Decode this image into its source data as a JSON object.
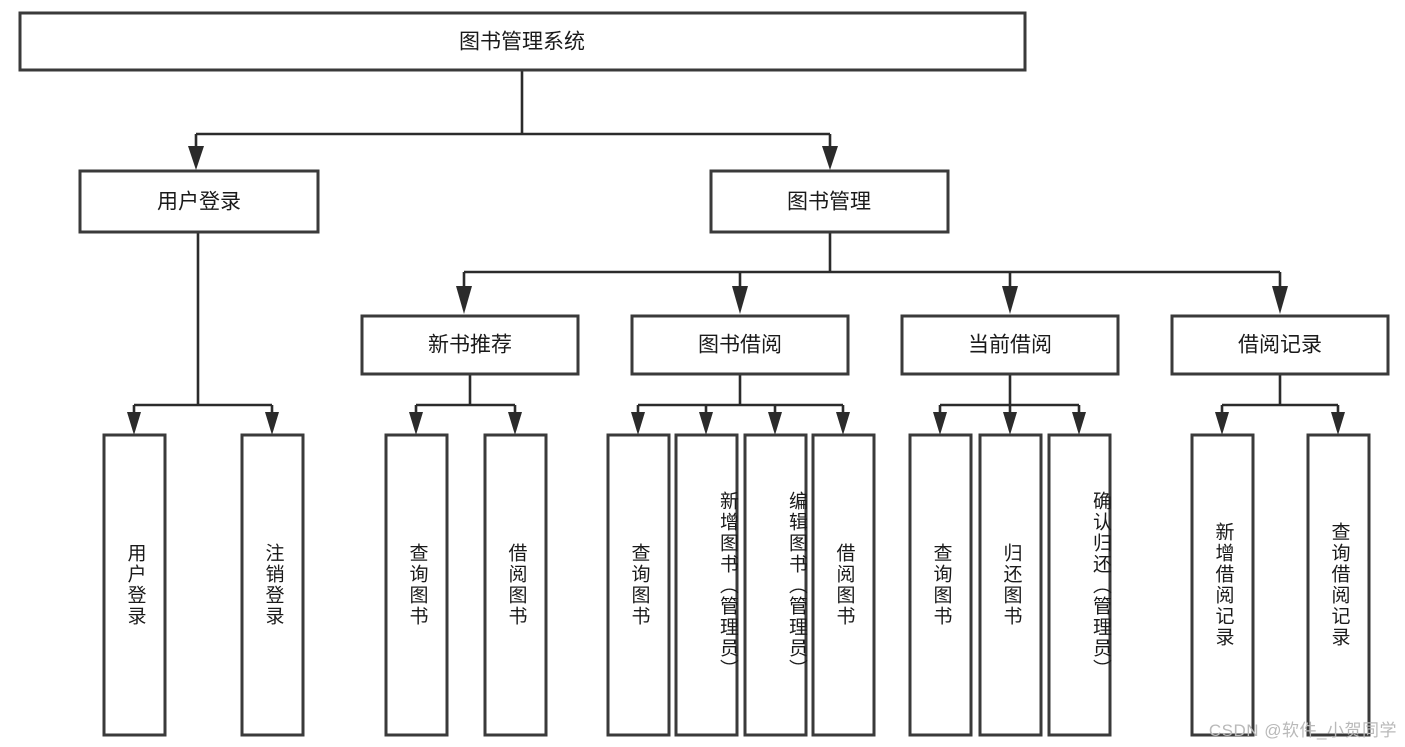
{
  "diagram": {
    "title": "图书管理系统",
    "watermark": "CSDN @软件_小贺同学",
    "colors": {
      "box_stroke": "#3a3a3a",
      "connector": "#2b2b2b",
      "background": "#ffffff",
      "text": "#1a1a1a",
      "watermark": "#b9b9b9"
    },
    "root": {
      "label": "图书管理系统"
    },
    "level1": [
      {
        "label": "用户登录"
      },
      {
        "label": "图书管理"
      }
    ],
    "level2": [
      {
        "label": "新书推荐"
      },
      {
        "label": "图书借阅"
      },
      {
        "label": "当前借阅"
      },
      {
        "label": "借阅记录"
      }
    ],
    "leaves": {
      "user_login": [
        {
          "label": "用户登录"
        },
        {
          "label": "注销登录"
        }
      ],
      "new_book_recommend": [
        {
          "label": "查询图书"
        },
        {
          "label": "借阅图书"
        }
      ],
      "book_borrow": [
        {
          "label": "查询图书"
        },
        {
          "label": "新增图书（管理员）"
        },
        {
          "label": "编辑图书（管理员）"
        },
        {
          "label": "借阅图书"
        }
      ],
      "current_borrow": [
        {
          "label": "查询图书"
        },
        {
          "label": "归还图书"
        },
        {
          "label": "确认归还（管理员）"
        }
      ],
      "borrow_records": [
        {
          "label": "新增借阅记录"
        },
        {
          "label": "查询借阅记录"
        }
      ]
    }
  }
}
